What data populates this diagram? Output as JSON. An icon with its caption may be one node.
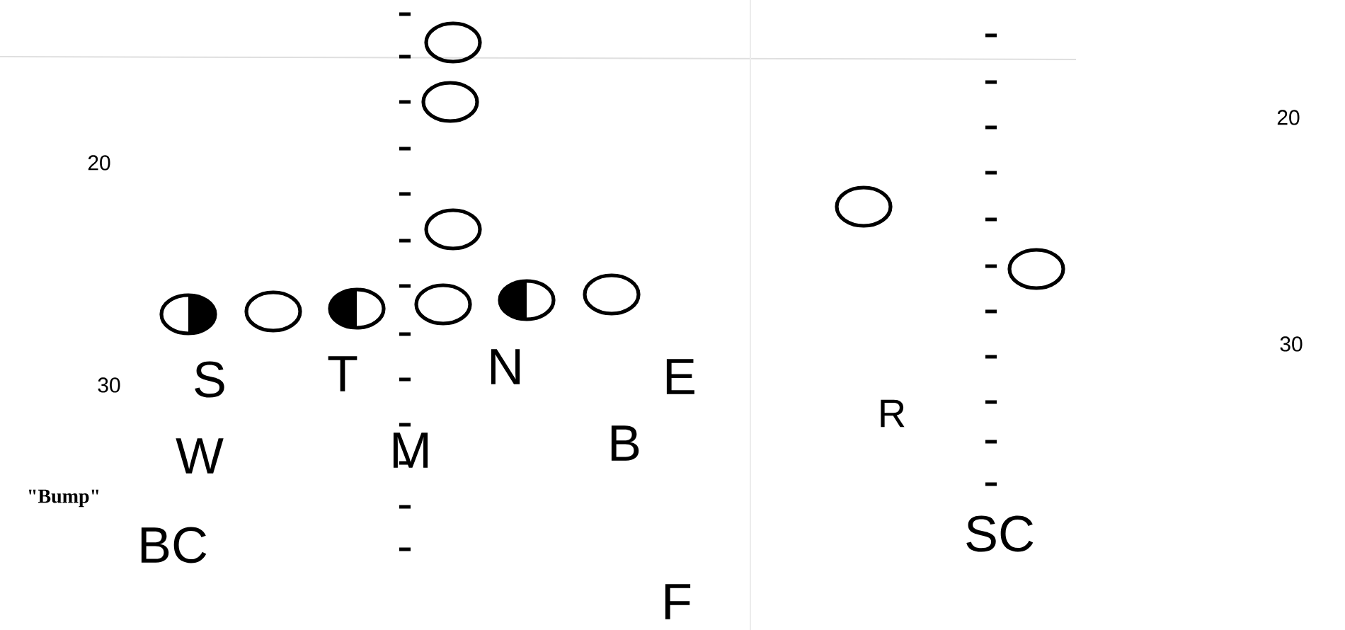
{
  "diagram": {
    "nodes": [
      {
        "text": [],
        "shape": "circle"
      },
      {
        "text": [],
        "shape": "circle"
      },
      {
        "text": [],
        "shape": "circle"
      },
      {
        "text": [],
        "shape": "half-circle"
      },
      {
        "text": [],
        "shape": "circle"
      },
      {
        "text": [],
        "shape": "half-circle"
      },
      {
        "text": [],
        "shape": "circle"
      },
      {
        "text": [],
        "shape": "half-circle"
      },
      {
        "text": [],
        "shape": "circle"
      },
      {
        "text": [],
        "shape": "circle"
      },
      {
        "text": [],
        "shape": "circle"
      }
    ],
    "labels": [
      "20",
      "20",
      "30",
      "S",
      "T",
      "N",
      "E",
      "30",
      "W",
      "M",
      "B",
      "R",
      "\"Bump\"",
      "BC",
      "SC",
      "F"
    ]
  }
}
